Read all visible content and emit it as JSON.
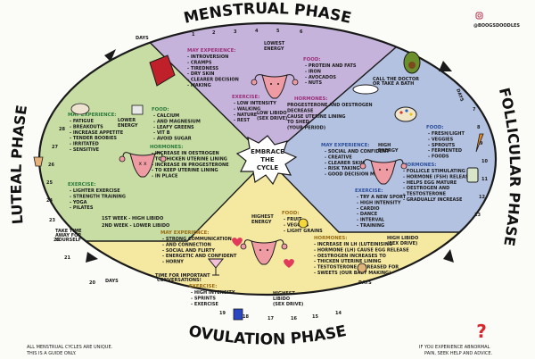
{
  "titles": {
    "menstrual": "MENSTRUAL PHASE",
    "follicular": "FOLLICULAR PHASE",
    "ovulation": "OVULATION PHASE",
    "luteal": "LUTEAL PHASE",
    "center": [
      "EMBRACE",
      "THE",
      "CYCLE"
    ]
  },
  "handle": "@BOOGSDOODLES",
  "footer_left": [
    "ALL MENSTRUAL CYCLES ARE UNIQUE.",
    "THIS IS A GUIDE ONLY."
  ],
  "footer_right": [
    "IF YOU EXPERIENCE ABNORMAL",
    "PAIN, SEEK HELP AND ADVICE."
  ],
  "days": {
    "menstrual_label": "DAYS",
    "menstrual": [
      "1",
      "2",
      "3",
      "4",
      "5",
      "6"
    ],
    "follicular_label": "DAYS",
    "follicular": [
      "7",
      "8",
      "9",
      "10",
      "11",
      "12",
      "13"
    ],
    "ovulation_label": "DAYS",
    "ovulation": [
      "14",
      "15",
      "16",
      "17",
      "18",
      "19"
    ],
    "luteal_label": "DAYS",
    "luteal": [
      "20",
      "21",
      "22",
      "23",
      "24",
      "25",
      "26",
      "27",
      "28"
    ]
  },
  "menstrual": {
    "experience_title": "MAY EXPERIENCE:",
    "experience": [
      "INTROVERSION",
      "CRAMPS",
      "TIREDNESS",
      "DRY SKIN",
      "CLEARER DECISION",
      "MAKING"
    ],
    "energy": [
      "LOWEST",
      "ENERGY"
    ],
    "libido": [
      "LOW LIBIDO",
      "(SEX DRIVE)"
    ],
    "exercise_title": "EXERCISE:",
    "exercise": [
      "LOW INTENSITY",
      "WALKING",
      "NATURE",
      "REST"
    ],
    "food_title": "FOOD:",
    "food": [
      "PROTEIN AND FATS",
      "IRON",
      "AVOCADOS",
      "NUTS"
    ],
    "hormones_title": "HORMONES:",
    "hormones": [
      "PROGESTERONE AND OESTROGEN",
      "DECREASE",
      "CAUSE UTERINE LINING",
      "TO SHED",
      "(YOUR PERIOD)"
    ],
    "bubble": [
      "CALL THE DOCTOR",
      "OR TAKE A BATH"
    ]
  },
  "follicular": {
    "experience_title": "MAY EXPERIENCE:",
    "experience": [
      "SOCIAL AND CONFIDENT",
      "CREATIVE",
      "CLEARER SKIN",
      "RISK TAKING",
      "GOOD DECISION MAKING"
    ],
    "energy": [
      "HIGH",
      "ENERGY"
    ],
    "exercise_title": "EXERCISE:",
    "exercise": [
      "TRY A NEW SPORT",
      "HIGH INTENSITY",
      "CARDIO",
      "DANCE",
      "INTERVAL",
      "TRAINING"
    ],
    "libido": [
      "HIGH LIBIDO",
      "(SEX DRIVE)"
    ],
    "food_title": "FOOD:",
    "food": [
      "FRESH/LIGHT",
      "VEGGIES",
      "SPROUTS",
      "FERMENTED",
      "FOODS"
    ],
    "hormones_title": "HORMONES:",
    "hormones": [
      "FOLLICLE STIMULATING",
      "HORMONE (FSH) RELEASE",
      "HELPS EGG MATURE",
      "OESTROGEN AND",
      "TESTOSTERONE",
      "GRADUALLY INCREASE"
    ]
  },
  "ovulation": {
    "experience_title": "MAY EXPERIENCE:",
    "experience": [
      "STRONG COMMUNICATION",
      "AND CONNECTION",
      "SOCIAL AND FLIRTY",
      "ENERGETIC AND CONFIDENT",
      "HORNY"
    ],
    "energy": [
      "HIGHEST",
      "ENERGY"
    ],
    "libido": [
      "HIGHEST",
      "LIBIDO",
      "(SEX DRIVE)"
    ],
    "exercise_title": "EXERCISE:",
    "exercise": [
      "HIGH INTENSITY",
      "SPRINTS",
      "EXERCISE"
    ],
    "food_title": "FOOD:",
    "food": [
      "FRUIT",
      "VEGGIES",
      "LIGHT GRAINS"
    ],
    "hormones_title": "HORMONES:",
    "hormones": [
      "INCREASE IN LH (LUTEINISING",
      "HORMONE (LH) CAUSE EGG RELEASE",
      "OESTROGEN INCREASES TO",
      "THICKEN UTERINE LINING",
      "TESTOSTERONE INCREASED FOR",
      "SWEETS (OUR BABY MAKING)"
    ],
    "bubble": [
      "TIME FOR IMPORTANT",
      "CONVERSATIONS!"
    ]
  },
  "luteal": {
    "experience_title": "MAY EXPERIENCE:",
    "experience": [
      "FATIGUE",
      "BREAKOUTS",
      "INCREASE APPETITE",
      "TENDER BOOBIES",
      "IRRITATED",
      "SENSITIVE"
    ],
    "energy": [
      "LOWER",
      "ENERGY"
    ],
    "food_title": "FOOD:",
    "food": [
      "CALCIUM",
      "AND MAGNESIUM",
      "LEAFY GREENS",
      "VIT B",
      "AVOID SUGAR"
    ],
    "hormones_title": "HORMONES:",
    "hormones": [
      "INCREASE IN OESTROGEN",
      "TO THICKEN UTERINE LINING",
      "INCREASE IN PROGESTERONE",
      "TO KEEP UTERINE LINING",
      "IN PLACE"
    ],
    "exercise_title": "EXERCISE:",
    "exercise": [
      "LIGHTER EXERCISE",
      "STRENGTH TRAINING",
      "YOGA",
      "PILATES"
    ],
    "libido": [
      "1ST WEEK - HIGH LIBIDO",
      "2ND WEEK - LOWER LIBIDO"
    ],
    "bubble": [
      "TAKE TIME",
      "AWAY FOR",
      "YOURSELF"
    ]
  },
  "colors": {
    "menstrual": "#c6b3dc",
    "follicular": "#b4c2e2",
    "ovulation": "#f5e9a2",
    "luteal": "#c7dda4",
    "outline": "#1a1a1a",
    "uterus": "#ee9ba3"
  }
}
